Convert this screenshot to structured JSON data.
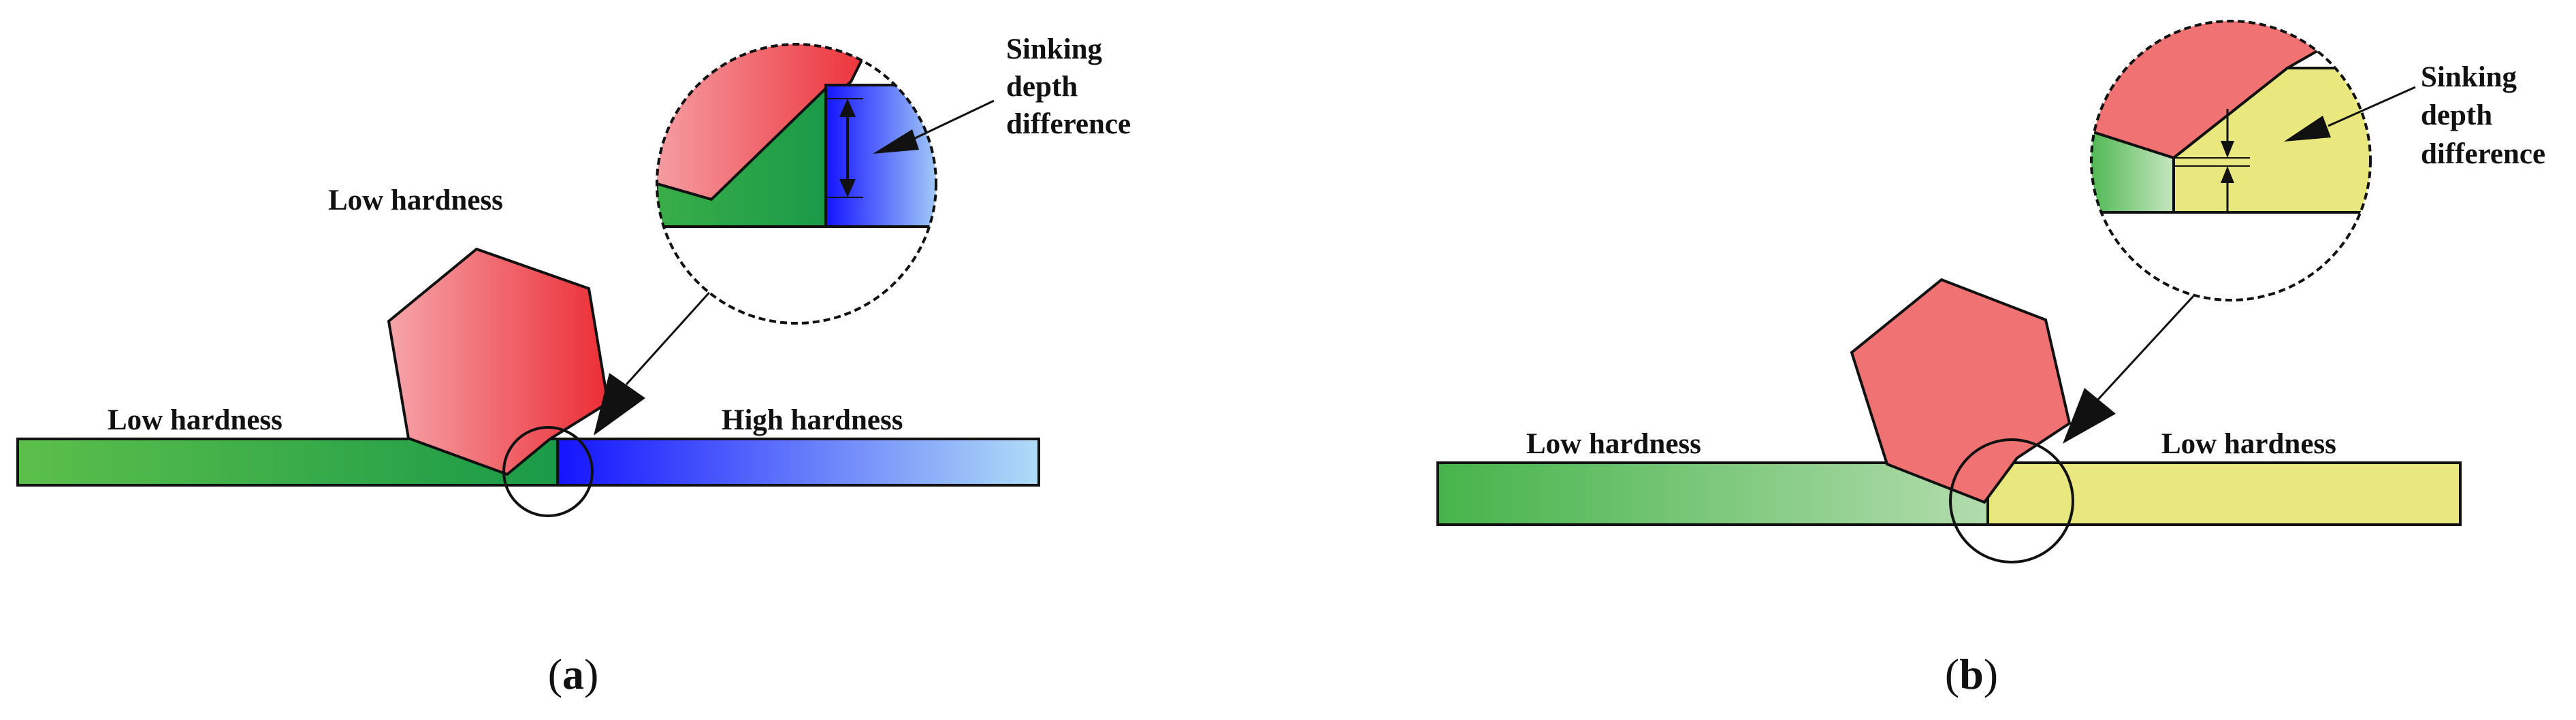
{
  "panel_a": {
    "caption": "a",
    "indenter_label": "Low hardness",
    "left_material_label": "Low hardness",
    "right_material_label": "High hardness",
    "callout_label": [
      "Sinking",
      "depth",
      "difference"
    ]
  },
  "panel_b": {
    "caption": "b",
    "left_material_label": "Low hardness",
    "right_material_label": "Low hardness",
    "callout_label": [
      "Sinking",
      "depth",
      "difference"
    ]
  },
  "colors": {
    "green_dark": "#1a9a48",
    "green_light": "#5cbf4a",
    "blue_dark": "#1414ff",
    "blue_light": "#b0dcf7",
    "red": "#ec2d35",
    "pink": "#f5a5aa",
    "salmon": "#f17273",
    "yellow": "#e8e87e",
    "pale_green": "#b2dcad"
  }
}
